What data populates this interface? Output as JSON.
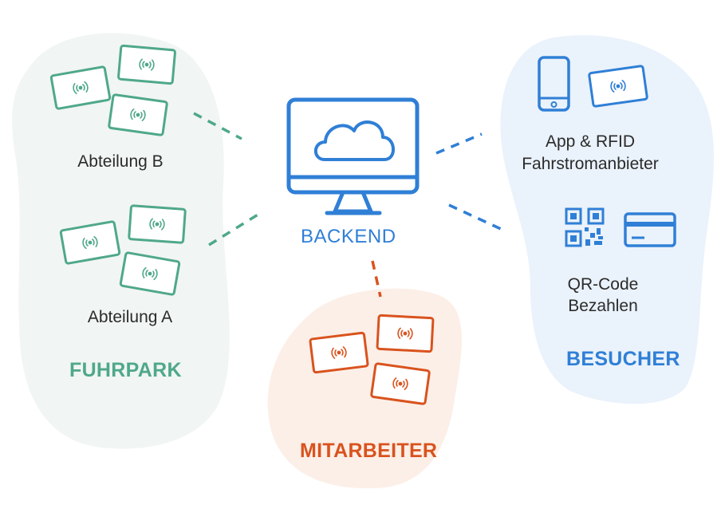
{
  "colors": {
    "fuhrpark": "#4fa88a",
    "fuhrpark_bg": "#f1f5f3",
    "besucher": "#2f7fd6",
    "besucher_bg": "#eaf2fb",
    "mitarbeiter": "#d9531e",
    "mitarbeiter_bg": "#fcefe8",
    "backend": "#2f7fd6",
    "text": "#2b2b2b"
  },
  "backend": {
    "label": "BACKEND",
    "icon": "monitor-cloud-icon"
  },
  "fuhrpark": {
    "title": "FUHRPARK",
    "dept_b": {
      "label": "Abteilung B",
      "icon": "rfid-card-icon"
    },
    "dept_a": {
      "label": "Abteilung A",
      "icon": "rfid-card-icon"
    }
  },
  "besucher": {
    "title": "BESUCHER",
    "app_rfid": {
      "line1": "App & RFID",
      "line2": "Fahrstromanbieter",
      "icons": [
        "smartphone-icon",
        "rfid-card-icon"
      ]
    },
    "qr_code": {
      "line1": "QR-Code",
      "line2": "Bezahlen",
      "icons": [
        "qr-code-icon",
        "credit-card-icon"
      ]
    }
  },
  "mitarbeiter": {
    "title": "MITARBEITER",
    "icon": "rfid-card-icon"
  }
}
